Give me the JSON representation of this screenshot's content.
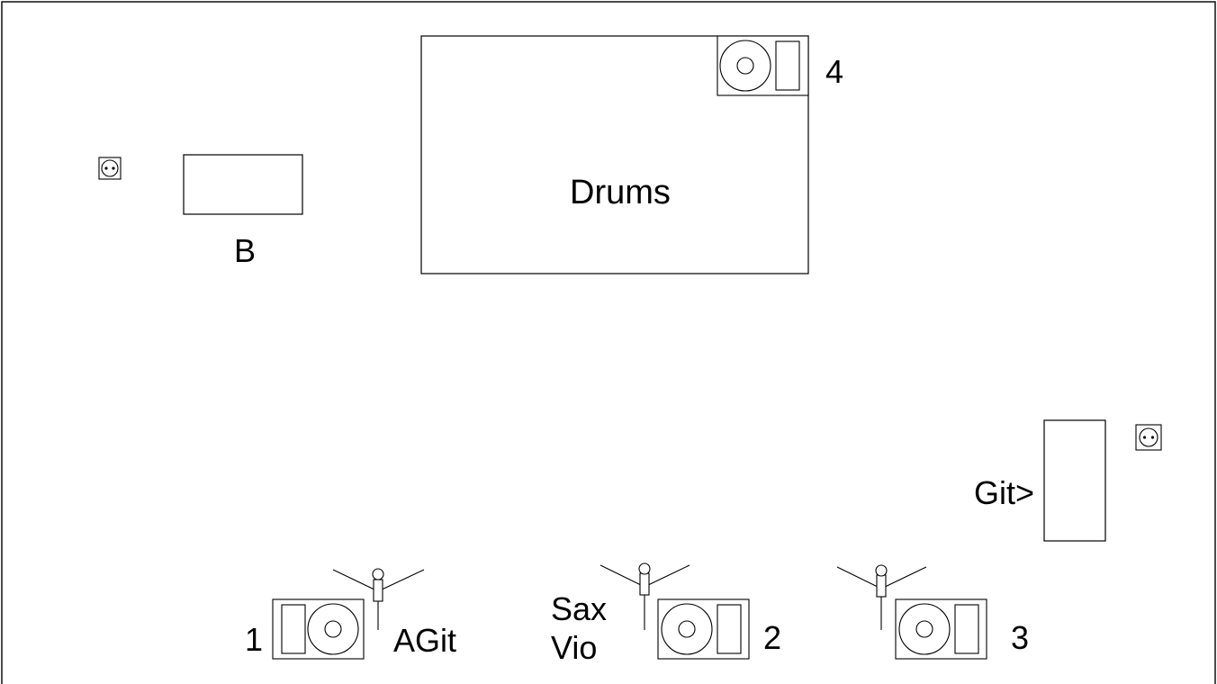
{
  "stage_plot": {
    "instruments": {
      "drums": "Drums",
      "bass": "B",
      "guitar": "Git>",
      "acoustic_guitar": "AGit",
      "sax": "Sax",
      "violin": "Vio"
    },
    "monitors": {
      "m1": "1",
      "m2": "2",
      "m3": "3",
      "m4": "4"
    }
  }
}
